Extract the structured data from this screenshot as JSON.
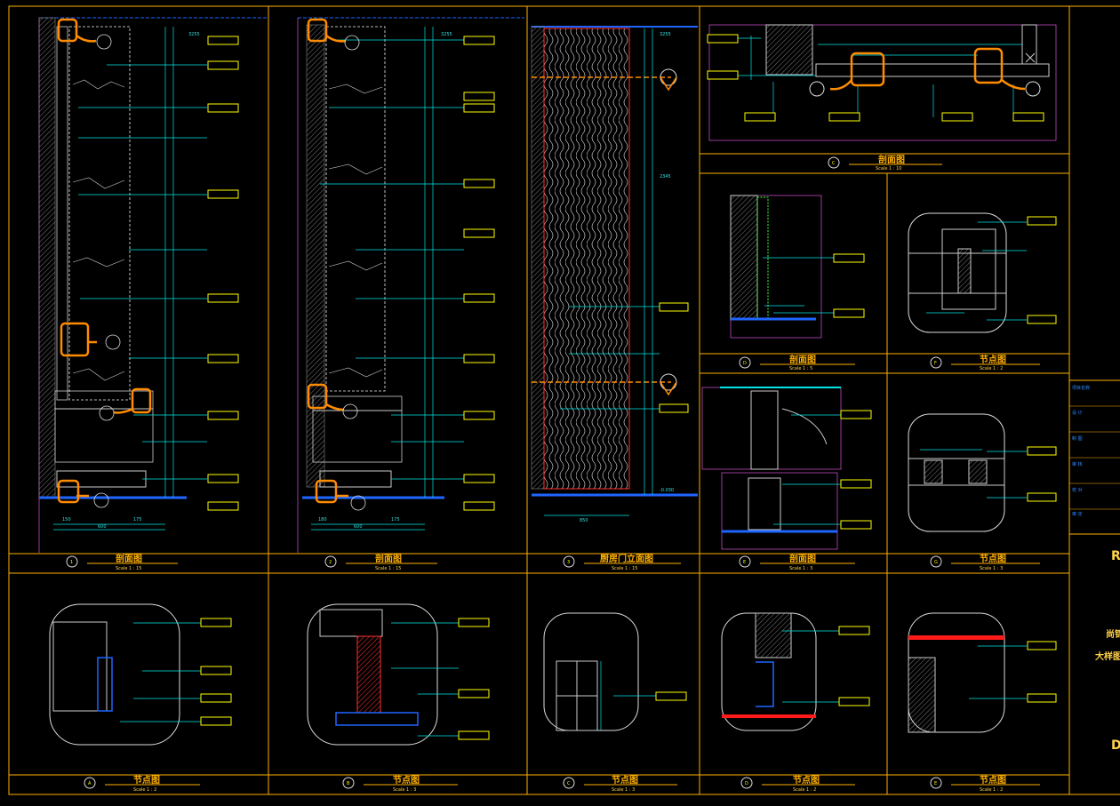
{
  "sheet": {
    "line_color": "#ffb000",
    "cyan": "#00e5e5",
    "blue": "#1f66ff",
    "orange": "#ff8c00",
    "red": "#ff1a1a",
    "green": "#40ff40"
  },
  "panels": [
    {
      "id": "p1",
      "title": "剖面图",
      "scale": "Scale 1 : 15",
      "num": "1"
    },
    {
      "id": "p2",
      "title": "剖面图",
      "scale": "Scale 1 : 15",
      "num": "2"
    },
    {
      "id": "p3",
      "title": "厨房门立面图",
      "scale": "Scale 1 : 15",
      "num": "3"
    },
    {
      "id": "p4",
      "title": "剖面图",
      "scale": "Scale 1 : 10",
      "num": "C"
    },
    {
      "id": "p5",
      "title": "剖面图",
      "scale": "Scale 1 : 5",
      "num": "D"
    },
    {
      "id": "p6",
      "title": "节点图",
      "scale": "Scale 1 : 2",
      "num": "F"
    },
    {
      "id": "p7",
      "title": "剖面图",
      "scale": "Scale 1 : 3",
      "num": "E"
    },
    {
      "id": "p8",
      "title": "节点图",
      "scale": "Scale 1 : 3",
      "num": "G"
    },
    {
      "id": "p9",
      "title": "节点图",
      "scale": "Scale 1 : 2",
      "num": "A"
    },
    {
      "id": "p10",
      "title": "节点图",
      "scale": "Scale 1 : 3",
      "num": "B"
    },
    {
      "id": "p11",
      "title": "节点图",
      "scale": "Scale 1 : 3",
      "num": "C"
    },
    {
      "id": "p12",
      "title": "节点图",
      "scale": "Scale 1 : 2",
      "num": "D"
    },
    {
      "id": "p13",
      "title": "节点图",
      "scale": "Scale 1 : 2",
      "num": "E"
    }
  ],
  "title_block": {
    "rows": [
      "项目名称",
      "设 计",
      "制 图",
      "审 核",
      "校 对",
      "审 定"
    ],
    "letter_top": "R",
    "project_line1": "尚锦",
    "project_line2": "大样图",
    "letter_bottom": "D"
  },
  "dimensions": {
    "p1": [
      "3255",
      "600",
      "150",
      "175"
    ],
    "p2": [
      "3255",
      "600",
      "180",
      "175"
    ],
    "p3": [
      "3255",
      "850",
      "2345",
      "-0.030"
    ]
  }
}
